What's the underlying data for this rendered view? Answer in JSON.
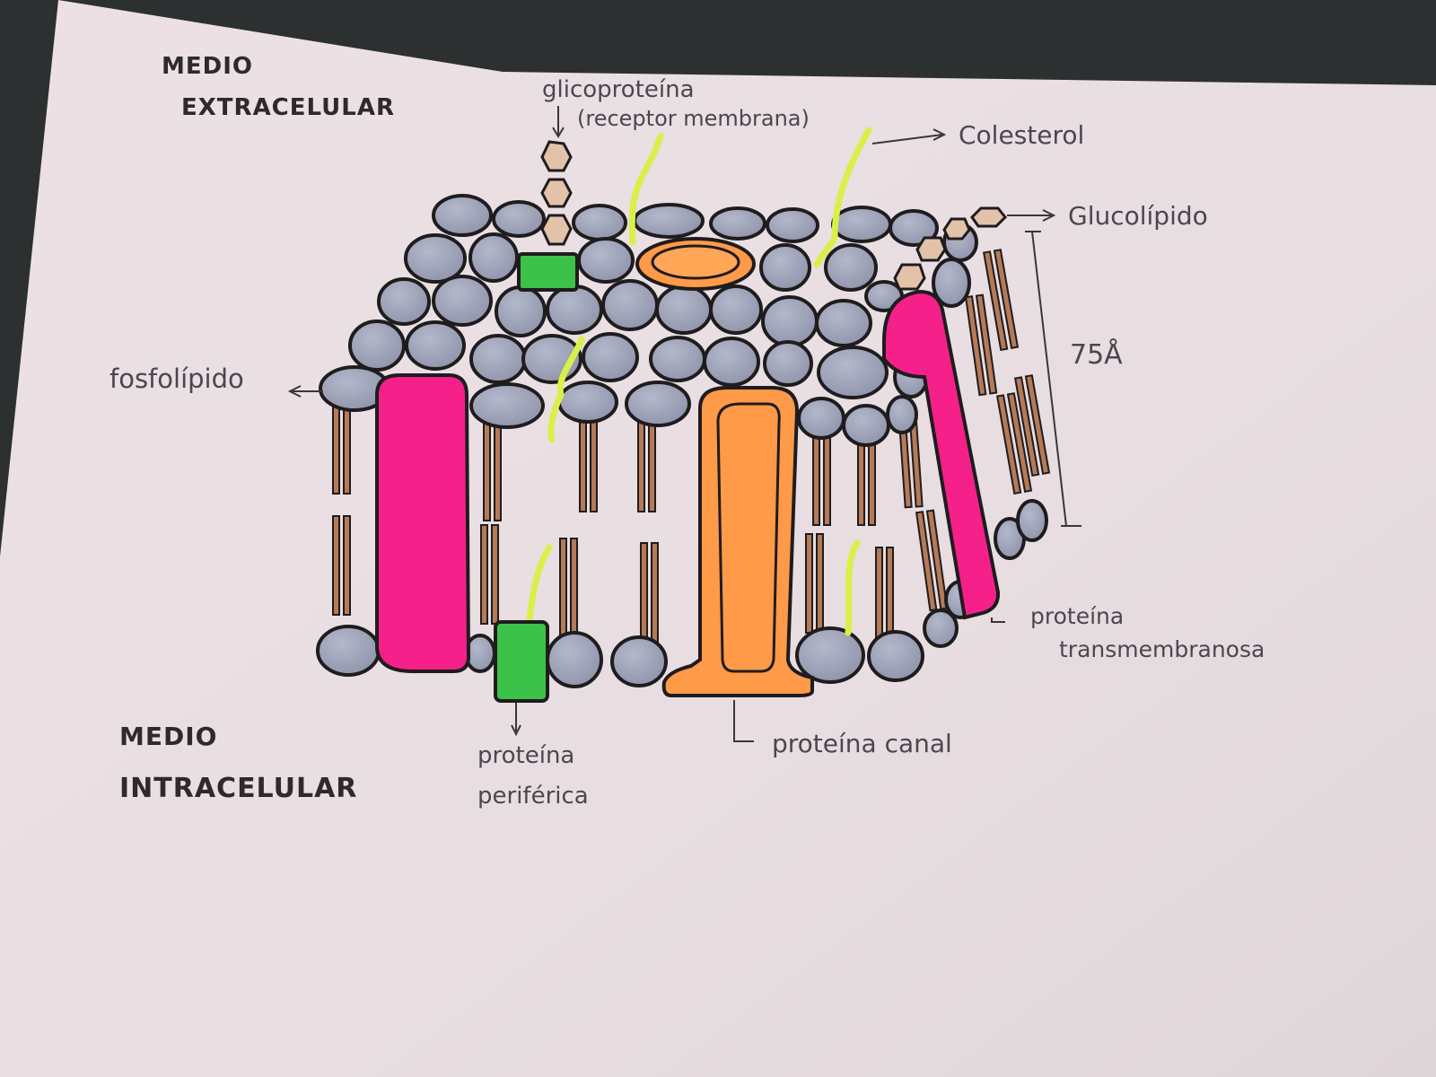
{
  "diagram": {
    "type": "cell-membrane-fluid-mosaic",
    "medium": "hand-drawn on paper (photo)",
    "regions": {
      "top": {
        "line1": "MEDIO",
        "line2": "EXTRACELULAR"
      },
      "bottom": {
        "line1": "MEDIO",
        "line2": "INTRACELULAR"
      }
    },
    "labels": {
      "glycoprotein": {
        "line1": "glicoproteína",
        "line2": "(receptor membrana)"
      },
      "cholesterol": "Colesterol",
      "glycolipid": "Glucolípido",
      "thickness": "75Å",
      "phospholipid": "fosfolípido",
      "transmembrane": {
        "line1": "proteína",
        "line2": "transmembranosa"
      },
      "channel": "proteína canal",
      "peripheral": {
        "line1": "proteína",
        "line2": "periférica"
      }
    },
    "colors": {
      "paper": "#ede3e6",
      "phospholipid_head": "#9ea3b8",
      "tail": "#b57a57",
      "transmembrane_protein": "#f5208a",
      "channel_protein": "#ff9a48",
      "peripheral_protein": "#3cc248",
      "cholesterol": "#d8f048",
      "carbohydrate": "#e3c2aa",
      "ink": "#1f1c1e"
    }
  }
}
